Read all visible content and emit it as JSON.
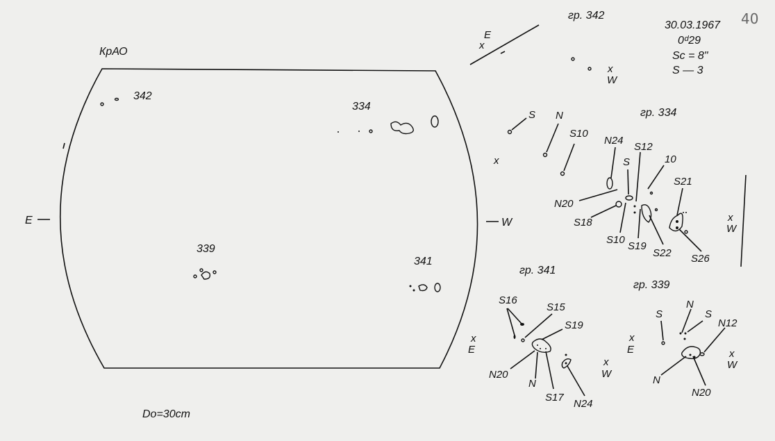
{
  "observatory": "КрАО",
  "page_number": "40",
  "header": {
    "date": "30.03.1967",
    "time": "0ᵈ29",
    "scale": "Sc = 8\"",
    "s_value": "S — 3"
  },
  "disk": {
    "east_label": "E",
    "west_label": "W",
    "diameter_note": "Do=30cm",
    "groups_on_disk": [
      "342",
      "334",
      "339",
      "341"
    ]
  },
  "orientation": {
    "east": "E",
    "west": "W"
  },
  "groups": [
    {
      "title": "гр. 342",
      "labels": [
        "W"
      ]
    },
    {
      "title": "гр. 334",
      "labels": [
        "S",
        "N",
        "S10",
        "N24",
        "S12",
        "S",
        "10",
        "N20",
        "S18",
        "S10",
        "S19",
        "S22",
        "S21",
        "S26",
        "W"
      ]
    },
    {
      "title": "гр. 341",
      "labels": [
        "S16",
        "S15",
        "S19",
        "N20",
        "N",
        "S17",
        "N24",
        "E",
        "W"
      ]
    },
    {
      "title": "гр. 339",
      "labels": [
        "S",
        "N",
        "S",
        "N12",
        "N",
        "N20",
        "E",
        "W"
      ]
    }
  ]
}
